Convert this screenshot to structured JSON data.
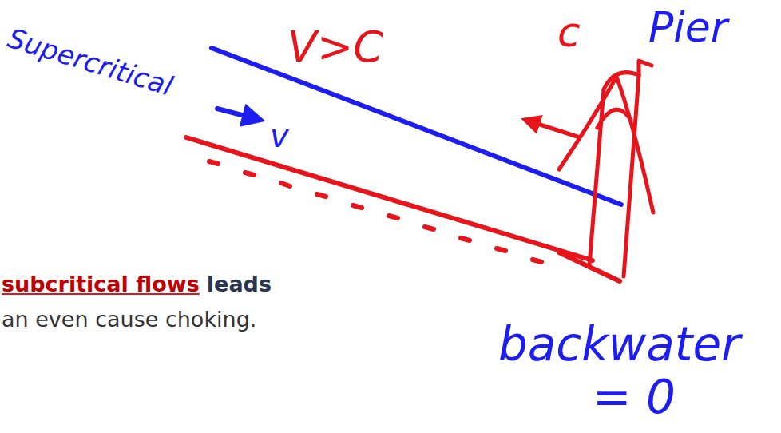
{
  "diagram": {
    "labels": [
      "Supercritical",
      "v",
      "V>C",
      "c",
      "Pier",
      "subcritical flows",
      "leads",
      "an even cause choking.",
      "backwater",
      "= 0"
    ]
  }
}
